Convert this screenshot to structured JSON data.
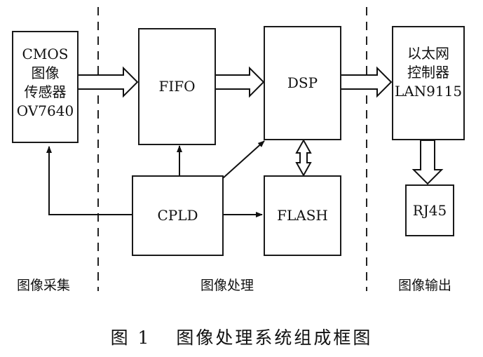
{
  "blocks": {
    "cmos": {
      "lines": [
        "CMOS",
        "图像",
        "传感器",
        "OV7640"
      ]
    },
    "fifo": {
      "lines": [
        "FIFO"
      ]
    },
    "dsp": {
      "lines": [
        "DSP"
      ]
    },
    "ethernet": {
      "lines": [
        "以太网",
        "控制器",
        "LAN9115"
      ]
    },
    "cpld": {
      "lines": [
        "CPLD"
      ]
    },
    "flash": {
      "lines": [
        "FLASH"
      ]
    },
    "rj45": {
      "lines": [
        "RJ45"
      ]
    }
  },
  "sections": {
    "capture": "图像采集",
    "processing": "图像处理",
    "output": "图像输出"
  },
  "caption": {
    "figure_no": "图 1",
    "title": "图像处理系统组成框图"
  }
}
